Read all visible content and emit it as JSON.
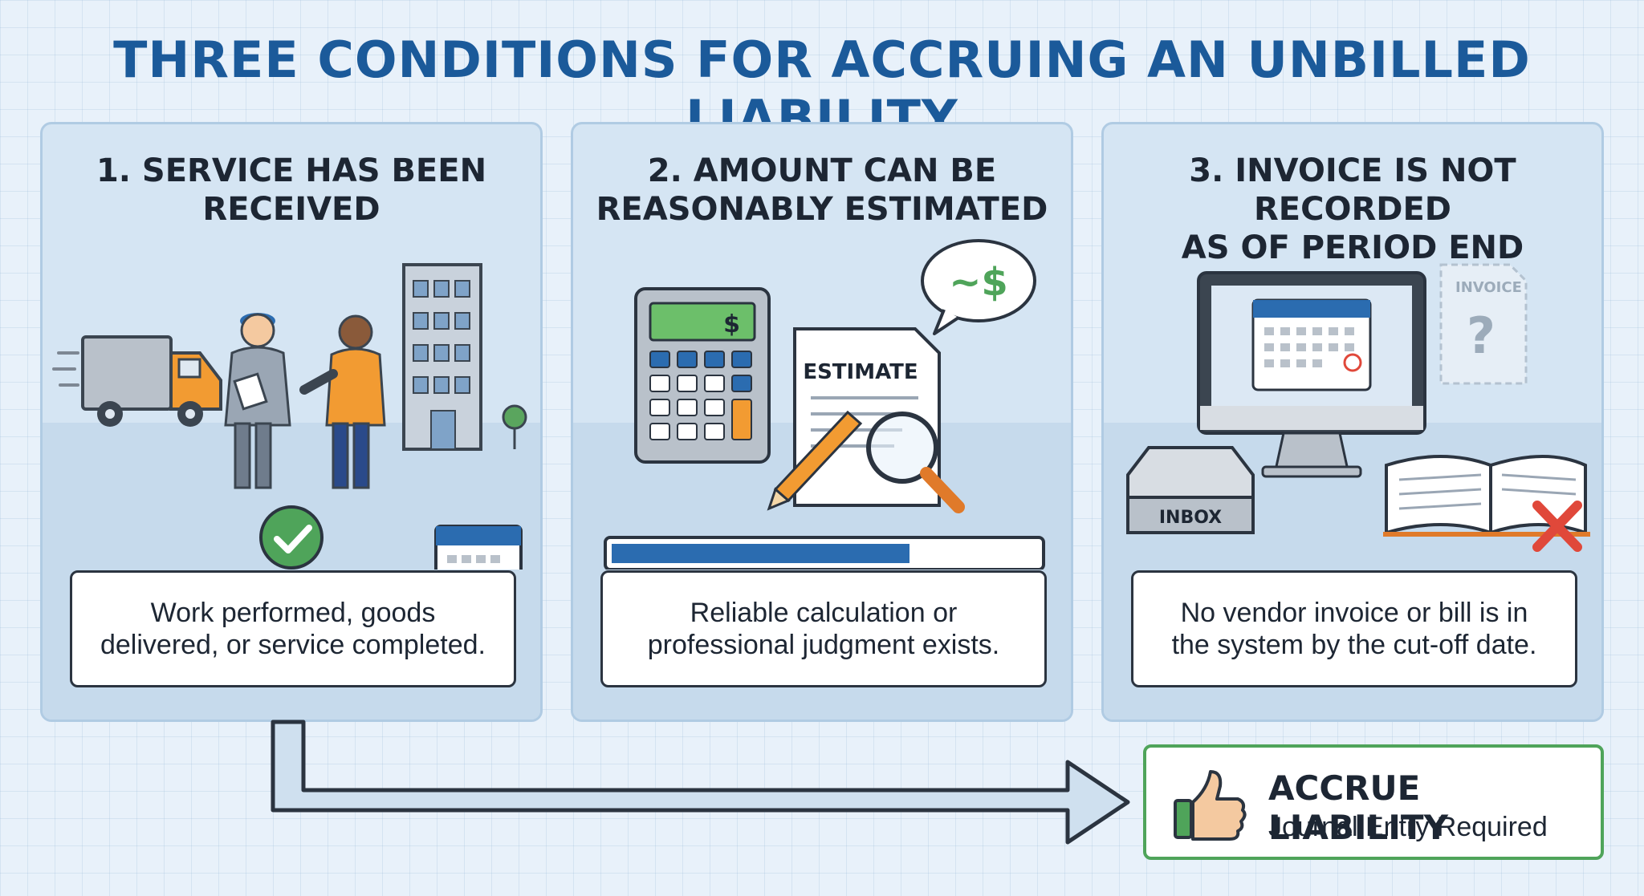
{
  "title": "THREE CONDITIONS FOR ACCRUING AN UNBILLED LIABILITY",
  "conditions": [
    {
      "title_line1": "1. SERVICE HAS BEEN",
      "title_line2": "RECEIVED",
      "desc_line1": "Work performed, goods",
      "desc_line2": "delivered, or service completed."
    },
    {
      "title_line1": "2. AMOUNT CAN BE",
      "title_line2": "REASONABLY ESTIMATED",
      "desc_line1": "Reliable calculation or",
      "desc_line2": "professional judgment exists.",
      "estimate_label": "ESTIMATE",
      "approx_label": "~$",
      "calc_display": "$",
      "progress": 0.7
    },
    {
      "title_line1": "3. INVOICE IS NOT RECORDED",
      "title_line2": "AS OF PERIOD END",
      "desc_line1": "No vendor invoice or bill is in",
      "desc_line2": "the system by the cut-off date.",
      "inbox_label": "INBOX",
      "invoice_label": "INVOICE",
      "unknown_mark": "?"
    }
  ],
  "result": {
    "title": "ACCRUE LIABILITY",
    "subtitle": "Journal Entry Required"
  },
  "colors": {
    "title": "#1b5a9a",
    "accent_orange": "#f29b32",
    "check_green": "#4fa45a",
    "progress_blue": "#2b6cb0",
    "alert_red": "#e0483a"
  }
}
